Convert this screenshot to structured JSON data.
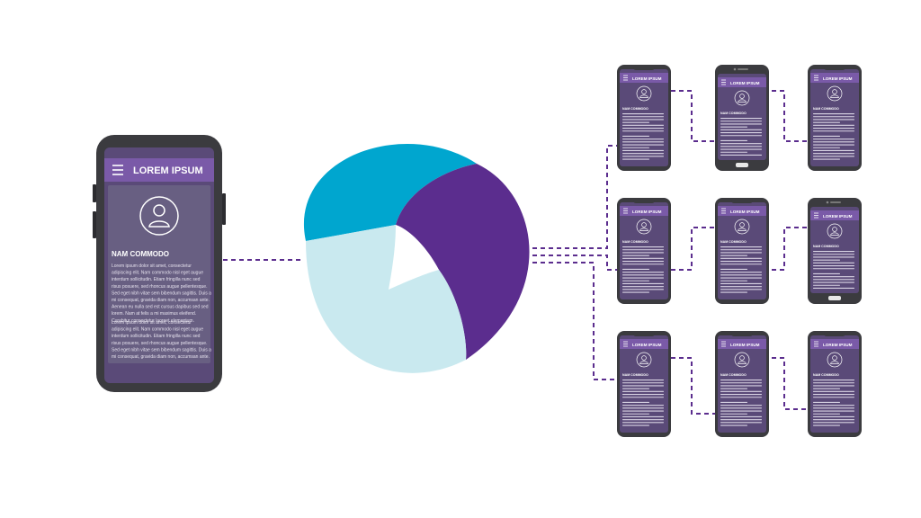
{
  "main_phone": {
    "title": "LOREM IPSUM",
    "heading": "NAM COMMODO",
    "paragraph_1": [
      "Lorem ipsum dolor sit amet, consectetur",
      "adipiscing elit. Nam commodo nisl eget augue",
      "interdum sollicitudin. Etiam fringilla nunc sed",
      "risus posuere, sed rhoncus augue pellentesque.",
      "Sed eget nibh vitae sem bibendum sagittis. Duis a",
      "mi consequat, gravida diam non, accumsan ante.",
      "Aenean eu nulla sed est cursus dapibus sed sed",
      "lorem. Nam at felis a mi maximus eleifend.",
      "Curabitur consectetur laoreet elementum."
    ],
    "paragraph_2": [
      "Lorem ipsum dolor sit amet, consectetur",
      "adipiscing elit. Nam commodo nisl eget augue",
      "interdum sollicitudin. Etiam fringilla nunc sed",
      "risus posuere, sed rhoncus augue pellentesque.",
      "Sed eget nibh vitae sem bibendum sagittis. Duis a",
      "mi consequat, gravida diam non, accumsan ante."
    ]
  },
  "small_phone": {
    "title": "LOREM IPSUM",
    "heading": "NAM COMMODO"
  },
  "colors": {
    "phone_frame": "#3b3b3f",
    "screen_bg": "#5a4a78",
    "header_bar": "#7a5aa8",
    "connector": "#5b2d8e",
    "segment_cyan": "#00a6cf",
    "segment_purple": "#5b2d8e",
    "segment_light": "#c9e9ef"
  }
}
